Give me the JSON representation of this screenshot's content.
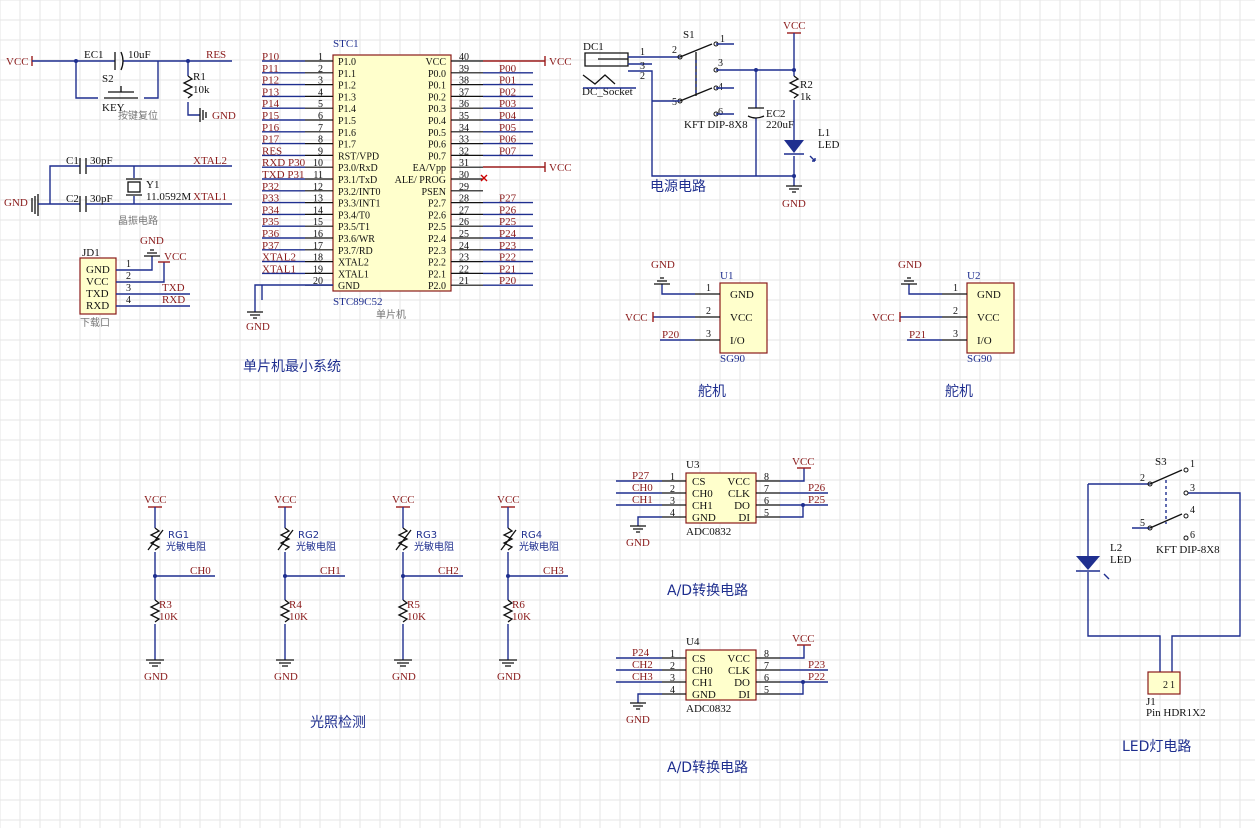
{
  "power": {
    "vcc": "VCC",
    "gnd": "GND"
  },
  "mcu": {
    "ref": "STC1",
    "part": "STC89C52",
    "desc": "单片机",
    "left_pins": [
      {
        "num": "1",
        "name": "P1.0",
        "net": "P10"
      },
      {
        "num": "2",
        "name": "P1.1",
        "net": "P11"
      },
      {
        "num": "3",
        "name": "P1.2",
        "net": "P12"
      },
      {
        "num": "4",
        "name": "P1.3",
        "net": "P13"
      },
      {
        "num": "5",
        "name": "P1.4",
        "net": "P14"
      },
      {
        "num": "6",
        "name": "P1.5",
        "net": "P15"
      },
      {
        "num": "7",
        "name": "P1.6",
        "net": "P16"
      },
      {
        "num": "8",
        "name": "P1.7",
        "net": "P17"
      },
      {
        "num": "9",
        "name": "RST/VPD",
        "net": "RES"
      },
      {
        "num": "10",
        "name": "P3.0/RxD",
        "net": "RXD P30"
      },
      {
        "num": "11",
        "name": "P3.1/TxD",
        "net": "TXD P31"
      },
      {
        "num": "12",
        "name": "P3.2/INT0",
        "net": "P32"
      },
      {
        "num": "13",
        "name": "P3.3/INT1",
        "net": "P33"
      },
      {
        "num": "14",
        "name": "P3.4/T0",
        "net": "P34"
      },
      {
        "num": "15",
        "name": "P3.5/T1",
        "net": "P35"
      },
      {
        "num": "16",
        "name": "P3.6/WR",
        "net": "P36"
      },
      {
        "num": "17",
        "name": "P3.7/RD",
        "net": "P37"
      },
      {
        "num": "18",
        "name": "XTAL2",
        "net": "XTAL2"
      },
      {
        "num": "19",
        "name": "XTAL1",
        "net": "XTAL1"
      },
      {
        "num": "20",
        "name": "GND",
        "net": ""
      }
    ],
    "right_pins": [
      {
        "num": "40",
        "name": "VCC",
        "net": ""
      },
      {
        "num": "39",
        "name": "P0.0",
        "net": "P00"
      },
      {
        "num": "38",
        "name": "P0.1",
        "net": "P01"
      },
      {
        "num": "37",
        "name": "P0.2",
        "net": "P02"
      },
      {
        "num": "36",
        "name": "P0.3",
        "net": "P03"
      },
      {
        "num": "35",
        "name": "P0.4",
        "net": "P04"
      },
      {
        "num": "34",
        "name": "P0.5",
        "net": "P05"
      },
      {
        "num": "33",
        "name": "P0.6",
        "net": "P06"
      },
      {
        "num": "32",
        "name": "P0.7",
        "net": "P07"
      },
      {
        "num": "31",
        "name": "EA/Vpp",
        "net": ""
      },
      {
        "num": "30",
        "name": "ALE/ PROG",
        "net": ""
      },
      {
        "num": "29",
        "name": "PSEN",
        "net": ""
      },
      {
        "num": "28",
        "name": "P2.7",
        "net": "P27"
      },
      {
        "num": "27",
        "name": "P2.6",
        "net": "P26"
      },
      {
        "num": "26",
        "name": "P2.5",
        "net": "P25"
      },
      {
        "num": "25",
        "name": "P2.4",
        "net": "P24"
      },
      {
        "num": "24",
        "name": "P2.3",
        "net": "P23"
      },
      {
        "num": "23",
        "name": "P2.2",
        "net": "P22"
      },
      {
        "num": "22",
        "name": "P2.1",
        "net": "P21"
      },
      {
        "num": "21",
        "name": "P2.0",
        "net": "P20"
      }
    ]
  },
  "reset": {
    "ec1": "EC1",
    "ec1_val": "10uF",
    "res_net": "RES",
    "r1": "R1",
    "r1_val": "10k",
    "s2": "S2",
    "key": "KEY",
    "desc": "按键复位"
  },
  "crystal": {
    "c1": "C1",
    "c1_val": "30pF",
    "c2": "C2",
    "c2_val": "30pF",
    "y1": "Y1",
    "y1_val": "11.0592M",
    "xtal2": "XTAL2",
    "xtal1": "XTAL1",
    "desc": "晶振电路"
  },
  "download": {
    "ref": "JD1",
    "pins": [
      "GND",
      "VCC",
      "TXD",
      "RXD"
    ],
    "nums": [
      "1",
      "2",
      "3",
      "4"
    ],
    "txd": "TXD",
    "rxd": "RXD",
    "desc": "下载口"
  },
  "mcu_caption": "单片机最小系统",
  "power_circuit": {
    "dc1": "DC1",
    "dc_socket": "DC_Socket",
    "s1": "S1",
    "switch_part": "KFT DIP-8X8",
    "ec2": "EC2",
    "ec2_val": "220uF",
    "r2": "R2",
    "r2_val": "1k",
    "l1": "L1",
    "led": "LED",
    "caption": "电源电路"
  },
  "servos": [
    {
      "ref": "U1",
      "part": "SG90",
      "signal": "P20",
      "caption": "舵机"
    },
    {
      "ref": "U2",
      "part": "SG90",
      "signal": "P21",
      "caption": "舵机"
    }
  ],
  "servo_pins": [
    "GND",
    "VCC",
    "I/O"
  ],
  "light_sensors": [
    {
      "rg": "RG1",
      "r": "R3",
      "net": "CH0"
    },
    {
      "rg": "RG2",
      "r": "R4",
      "net": "CH1"
    },
    {
      "rg": "RG3",
      "r": "R5",
      "net": "CH2"
    },
    {
      "rg": "RG4",
      "r": "R6",
      "net": "CH3"
    }
  ],
  "light_labels": {
    "rg_desc": "光敏电阻",
    "r_val": "10K",
    "caption": "光照检测"
  },
  "adcs": [
    {
      "ref": "U3",
      "part": "ADC0832",
      "cs": "P27",
      "ch0": "CH0",
      "ch1": "CH1",
      "clk": "P26",
      "dio": "P25",
      "caption": "A/D转换电路"
    },
    {
      "ref": "U4",
      "part": "ADC0832",
      "cs": "P24",
      "ch0": "CH2",
      "ch1": "CH3",
      "clk": "P23",
      "dio": "P22",
      "caption": "A/D转换电路"
    }
  ],
  "adc_pins": {
    "left": [
      "CS",
      "CH0",
      "CH1",
      "GND"
    ],
    "right": [
      "VCC",
      "CLK",
      "DO",
      "DI"
    ]
  },
  "led_circuit": {
    "s3": "S3",
    "switch_part": "KFT DIP-8X8",
    "l2": "L2",
    "led": "LED",
    "j1": "J1",
    "header": "Pin HDR1X2",
    "caption": "LED灯电路"
  }
}
